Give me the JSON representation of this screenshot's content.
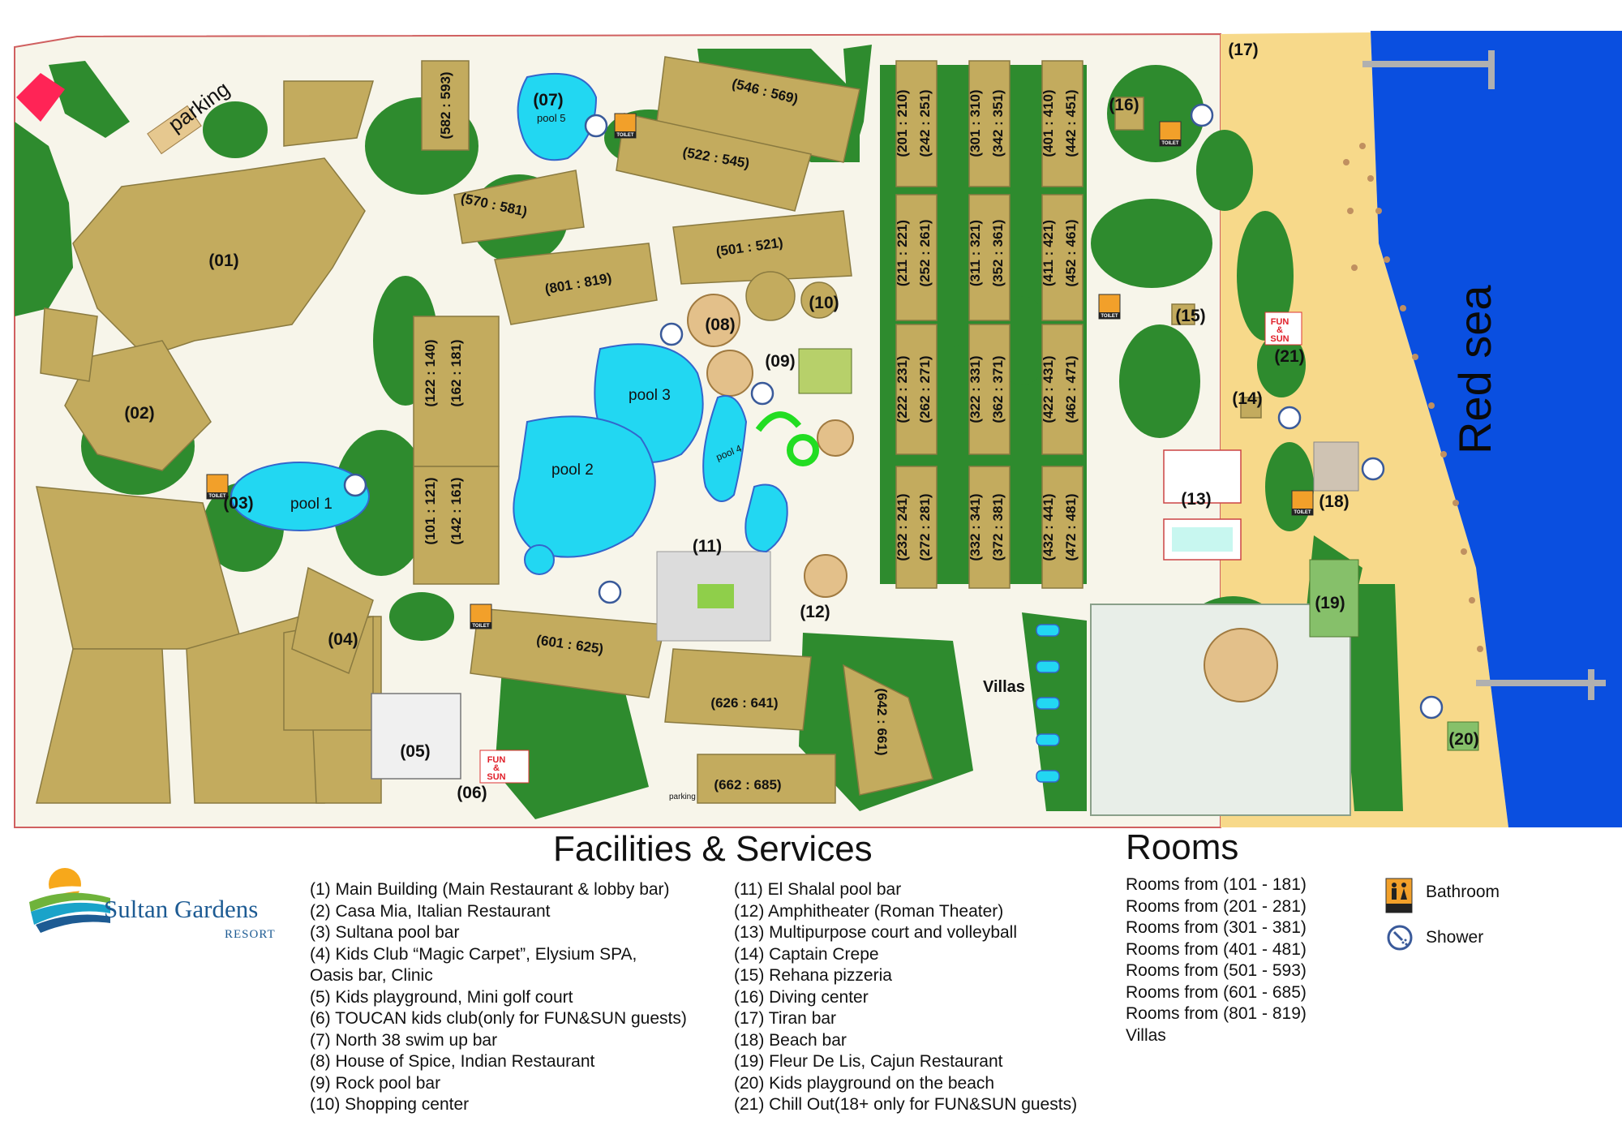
{
  "map": {
    "sea_label": "Red sea",
    "villas_label": "Villas",
    "parking_label": "parking",
    "pool_labels": [
      "pool 1",
      "pool 2",
      "pool 3",
      "pool 4",
      "pool 5"
    ],
    "facility_markers": [
      "(01)",
      "(02)",
      "(03)",
      "(04)",
      "(05)",
      "(06)",
      "(07)",
      "(08)",
      "(09)",
      "(10)",
      "(11)",
      "(12)",
      "(13)",
      "(14)",
      "(15)",
      "(16)",
      "(17)",
      "(18)",
      "(19)",
      "(20)",
      "(21)"
    ],
    "room_blocks": [
      "(582 : 593)",
      "(546 : 569)",
      "(522 : 545)",
      "(570 : 581)",
      "(501 : 521)",
      "(801 : 819)",
      "(122 : 140)",
      "(162 : 181)",
      "(101 : 121)",
      "(142 : 161)",
      "(601 : 625)",
      "(626 : 641)",
      "(642 : 661)",
      "(662 : 685)",
      "(201 : 210)",
      "(242 : 251)",
      "(301 : 310)",
      "(342 : 351)",
      "(401 : 410)",
      "(442 : 451)",
      "(211 : 221)",
      "(252 : 261)",
      "(311 : 321)",
      "(352 : 361)",
      "(411 : 421)",
      "(452 : 461)",
      "(222 : 231)",
      "(262 : 271)",
      "(322 : 331)",
      "(362 : 371)",
      "(422 : 431)",
      "(462 : 471)",
      "(232 : 241)",
      "(272 : 281)",
      "(332 : 341)",
      "(372 : 381)",
      "(432 : 441)",
      "(472 : 481)"
    ],
    "toilet_label": "TOILET",
    "fun_sun_top": "FUN",
    "fun_sun_amp": "&",
    "fun_sun_bottom": "SUN",
    "colors": {
      "green": "#2e8b2e",
      "building": "#c3ab5e",
      "pool": "#22d7f2",
      "sea": "#0a4fe0",
      "sand": "#f7d98a",
      "path": "#f7f5ea"
    }
  },
  "brand": {
    "name": "Sultan Gardens",
    "sub": "RESORT"
  },
  "facilities": {
    "heading": "Facilities & Services",
    "col1": [
      "(1) Main Building (Main Restaurant & lobby bar)",
      "(2) Casa Mia, Italian Restaurant",
      "(3) Sultana pool bar",
      "(4) Kids Club “Magic Carpet”, Elysium SPA,",
      "Oasis bar, Clinic",
      "(5) Kids playground, Mini golf court",
      "(6) TOUCAN kids club(only for FUN&SUN guests)",
      "(7) North 38 swim up bar",
      "(8) House of Spice, Indian Restaurant",
      "(9) Rock pool bar",
      "(10) Shopping center"
    ],
    "col2": [
      "(11) El Shalal pool bar",
      "(12) Amphitheater (Roman Theater)",
      "(13) Multipurpose court and volleyball",
      "(14) Captain Crepe",
      "(15) Rehana pizzeria",
      "(16) Diving center",
      "(17) Tiran bar",
      "(18) Beach bar",
      "(19) Fleur De Lis, Cajun Restaurant",
      "(20) Kids playground on the beach",
      "(21) Chill Out(18+ only for FUN&SUN guests)"
    ]
  },
  "rooms": {
    "heading": "Rooms",
    "items": [
      "Rooms from (101 - 181)",
      "Rooms from (201 - 281)",
      "Rooms from (301 - 381)",
      "Rooms from (401 - 481)",
      "Rooms from (501 - 593)",
      "Rooms from (601 - 685)",
      "Rooms from (801 - 819)",
      "Villas"
    ]
  },
  "key": {
    "bathroom": "Bathroom",
    "shower": "Shower"
  }
}
